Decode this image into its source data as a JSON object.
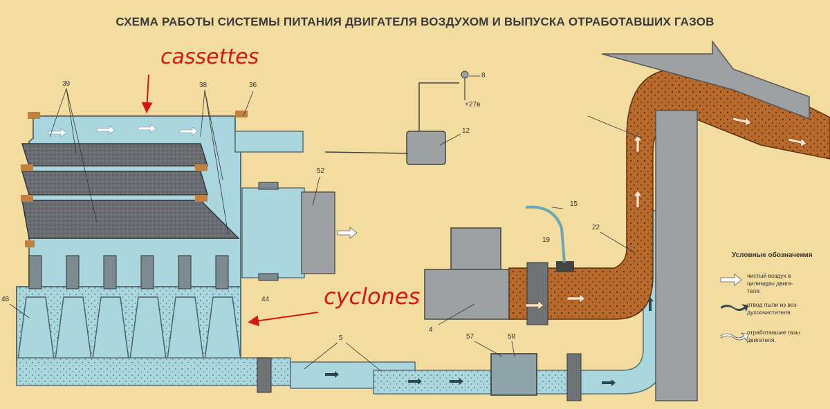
{
  "title": "СХЕМА РАБОТЫ СИСТЕМЫ ПИТАНИЯ ДВИГАТЕЛЯ ВОЗДУХОМ И ВЫПУСКА ОТРАБОТАВШИХ ГАЗОВ",
  "annotations": {
    "cassettes": "cassettes",
    "cyclones": "cyclones"
  },
  "callouts": {
    "c39": "39",
    "c38": "38",
    "c36": "36",
    "c52": "52",
    "c44": "44",
    "c48": "48",
    "c5": "5",
    "c8": "8",
    "c27": "+27в",
    "c12": "12",
    "c15": "15",
    "c19": "19",
    "c22": "22",
    "c4": "4",
    "c57": "57",
    "c58": "58"
  },
  "legend": {
    "title": "Условные обозначения",
    "items": [
      {
        "lines": [
          "чистый воздух в",
          "цилиндры двига-",
          "теля."
        ]
      },
      {
        "lines": [
          "отвод пыли из воз-",
          "духоочистителя."
        ]
      },
      {
        "lines": [
          "отработавшие газы",
          "двигателя."
        ]
      }
    ]
  },
  "colors": {
    "background": "#f3dca0",
    "air": "#a9d6df",
    "exhaust": "#b8692c",
    "metal": "#9ea1a3",
    "annotation": "#d01818"
  }
}
